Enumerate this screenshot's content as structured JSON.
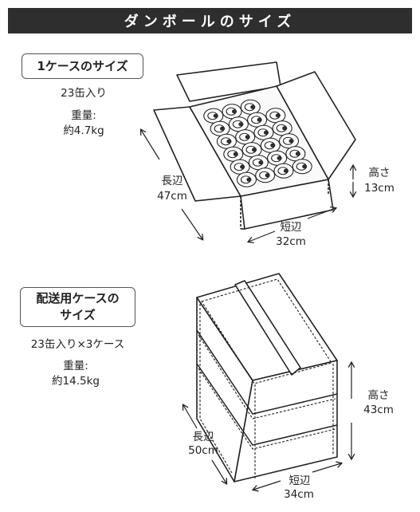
{
  "header": {
    "title": "ダンボールのサイズ"
  },
  "case1": {
    "label": "1ケースのサイズ",
    "cans": "23缶入り",
    "weight_label": "重量:",
    "weight_value": "約4.7kg",
    "length_label": "長辺",
    "length_value": "47cm",
    "short_label": "短辺",
    "short_value": "32cm",
    "height_label": "高さ",
    "height_value": "13cm"
  },
  "case2": {
    "label_line1": "配送用ケースの",
    "label_line2": "サイズ",
    "cans": "23缶入り×3ケース",
    "weight_label": "重量:",
    "weight_value": "約14.5kg",
    "length_label": "長辺",
    "length_value": "50cm",
    "short_label": "短辺",
    "short_value": "34cm",
    "height_label": "高さ",
    "height_value": "43cm"
  }
}
